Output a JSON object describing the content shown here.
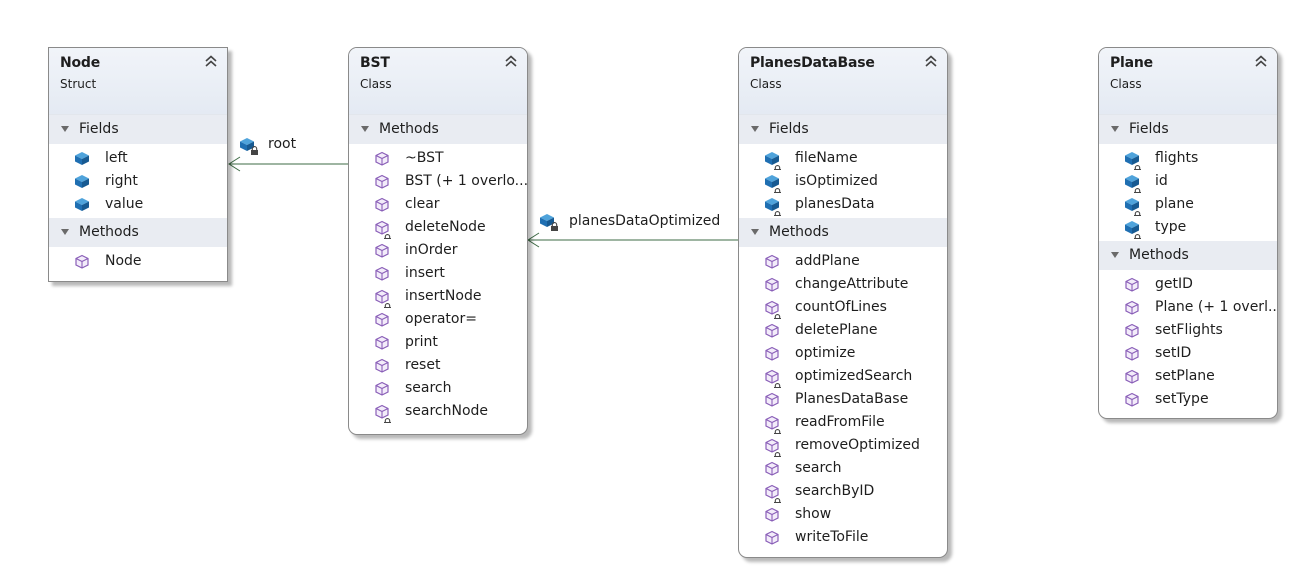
{
  "diagram": {
    "shapes": [
      {
        "id": "node",
        "name": "Node",
        "kind": "Struct",
        "sections": [
          {
            "title": "Fields",
            "members": [
              {
                "name": "left",
                "type": "field",
                "private": false
              },
              {
                "name": "right",
                "type": "field",
                "private": false
              },
              {
                "name": "value",
                "type": "field",
                "private": false
              }
            ]
          },
          {
            "title": "Methods",
            "members": [
              {
                "name": "Node",
                "type": "method",
                "private": false
              }
            ]
          }
        ]
      },
      {
        "id": "bst",
        "name": "BST",
        "kind": "Class",
        "sections": [
          {
            "title": "Methods",
            "members": [
              {
                "name": "~BST",
                "type": "method",
                "private": false
              },
              {
                "name": "BST (+ 1 overlo...",
                "type": "method",
                "private": false
              },
              {
                "name": "clear",
                "type": "method",
                "private": false
              },
              {
                "name": "deleteNode",
                "type": "method",
                "private": true
              },
              {
                "name": "inOrder",
                "type": "method",
                "private": false
              },
              {
                "name": "insert",
                "type": "method",
                "private": false
              },
              {
                "name": "insertNode",
                "type": "method",
                "private": true
              },
              {
                "name": "operator=",
                "type": "method",
                "private": false
              },
              {
                "name": "print",
                "type": "method",
                "private": false
              },
              {
                "name": "reset",
                "type": "method",
                "private": false
              },
              {
                "name": "search",
                "type": "method",
                "private": false
              },
              {
                "name": "searchNode",
                "type": "method",
                "private": true
              }
            ]
          }
        ]
      },
      {
        "id": "planesdatabase",
        "name": "PlanesDataBase",
        "kind": "Class",
        "sections": [
          {
            "title": "Fields",
            "members": [
              {
                "name": "fileName",
                "type": "field",
                "private": true
              },
              {
                "name": "isOptimized",
                "type": "field",
                "private": true
              },
              {
                "name": "planesData",
                "type": "field",
                "private": true
              }
            ]
          },
          {
            "title": "Methods",
            "members": [
              {
                "name": "addPlane",
                "type": "method",
                "private": false
              },
              {
                "name": "changeAttribute",
                "type": "method",
                "private": false
              },
              {
                "name": "countOfLines",
                "type": "method",
                "private": true
              },
              {
                "name": "deletePlane",
                "type": "method",
                "private": false
              },
              {
                "name": "optimize",
                "type": "method",
                "private": false
              },
              {
                "name": "optimizedSearch",
                "type": "method",
                "private": true
              },
              {
                "name": "PlanesDataBase",
                "type": "method",
                "private": false
              },
              {
                "name": "readFromFile",
                "type": "method",
                "private": true
              },
              {
                "name": "removeOptimized",
                "type": "method",
                "private": true
              },
              {
                "name": "search",
                "type": "method",
                "private": false
              },
              {
                "name": "searchByID",
                "type": "method",
                "private": true
              },
              {
                "name": "show",
                "type": "method",
                "private": false
              },
              {
                "name": "writeToFile",
                "type": "method",
                "private": false
              }
            ]
          }
        ]
      },
      {
        "id": "plane",
        "name": "Plane",
        "kind": "Class",
        "sections": [
          {
            "title": "Fields",
            "members": [
              {
                "name": "flights",
                "type": "field",
                "private": true
              },
              {
                "name": "id",
                "type": "field",
                "private": true
              },
              {
                "name": "plane",
                "type": "field",
                "private": true
              },
              {
                "name": "type",
                "type": "field",
                "private": true
              }
            ]
          },
          {
            "title": "Methods",
            "members": [
              {
                "name": "getID",
                "type": "method",
                "private": false
              },
              {
                "name": "Plane (+ 1 overl...",
                "type": "method",
                "private": false
              },
              {
                "name": "setFlights",
                "type": "method",
                "private": false
              },
              {
                "name": "setID",
                "type": "method",
                "private": false
              },
              {
                "name": "setPlane",
                "type": "method",
                "private": false
              },
              {
                "name": "setType",
                "type": "method",
                "private": false
              }
            ]
          }
        ]
      }
    ],
    "associations": [
      {
        "id": "root",
        "from": "bst",
        "to": "node",
        "label": "root",
        "private": true
      },
      {
        "id": "planesDataOptimized",
        "from": "planesdatabase",
        "to": "bst",
        "label": "planesDataOptimized",
        "private": true
      }
    ],
    "colors": {
      "header": "#e7ecf4",
      "section": "#e9ecf2",
      "field_icon": "#1f6fb2",
      "method_icon": "#8a5fb8",
      "connector": "#3e6b46"
    }
  }
}
